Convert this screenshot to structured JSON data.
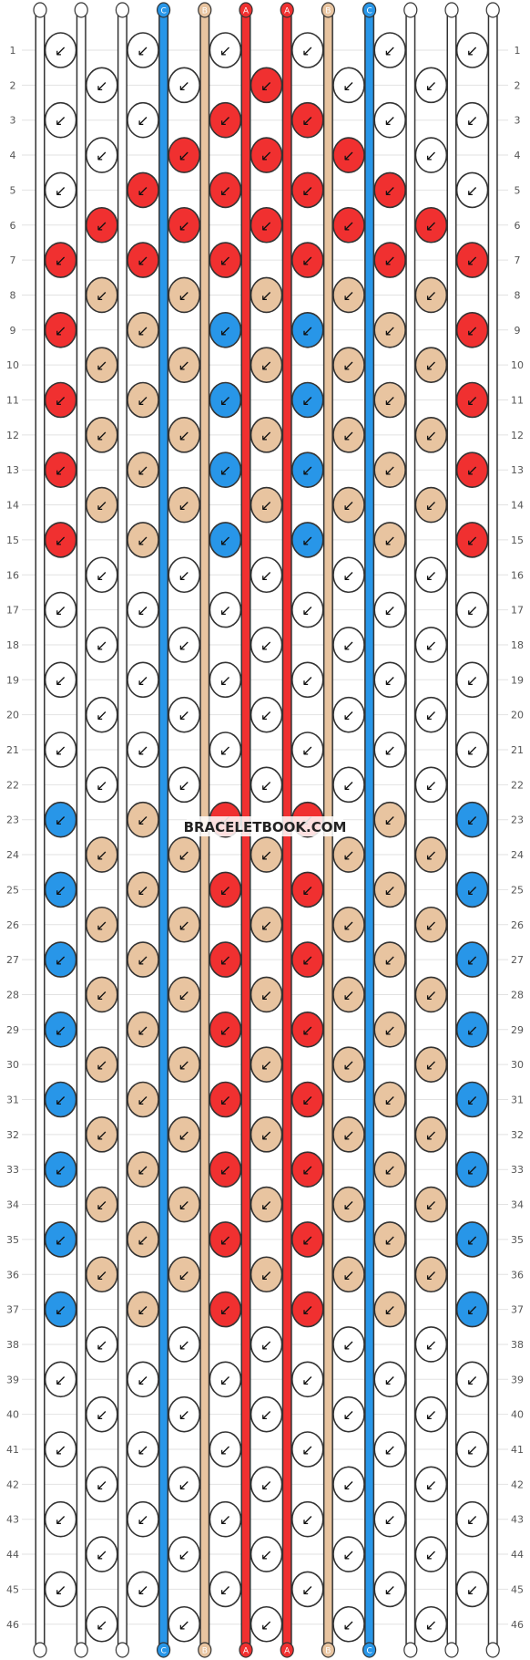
{
  "watermark": "BRACELETBOOK.COM",
  "strings_top": [
    "D",
    "D",
    "D",
    "C",
    "B",
    "A",
    "A",
    "B",
    "C",
    "D",
    "D",
    "D"
  ],
  "strings_bottom": [
    "D",
    "D",
    "D",
    "C",
    "B",
    "A",
    "A",
    "B",
    "C",
    "D",
    "D",
    "D"
  ],
  "colors": {
    "A": "#f03030",
    "B": "#e8c4a0",
    "C": "#2896e8",
    "D": "#ffffff"
  },
  "outline": "#333333",
  "rows": 46
}
